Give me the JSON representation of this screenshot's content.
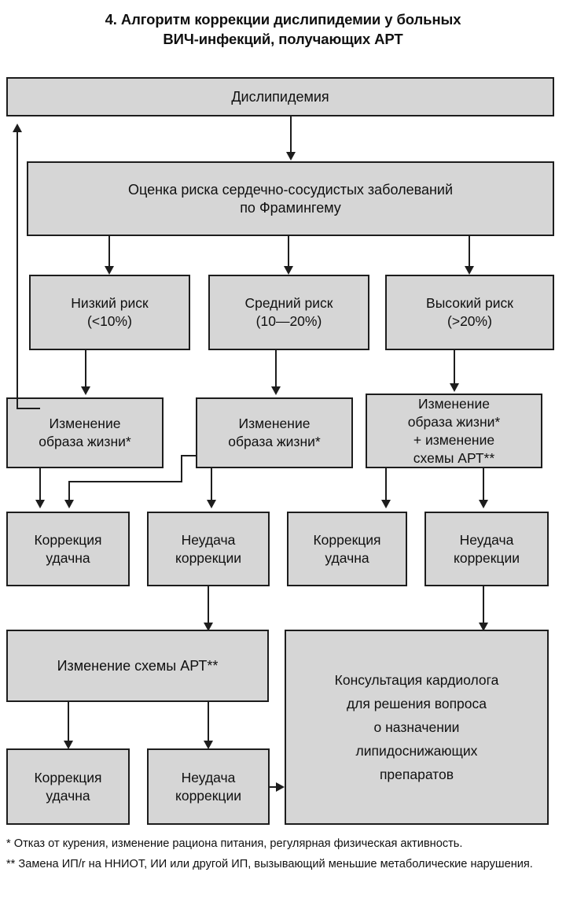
{
  "title": {
    "line1": "4. Алгоритм коррекции дислипидемии у больных",
    "line2": "ВИЧ-инфекций, получающих АРТ"
  },
  "colors": {
    "node_fill": "#d6d6d6",
    "node_border": "#1d1d1d",
    "text": "#101010",
    "page_background": "#ffffff"
  },
  "nodes": {
    "dyslipidemia": "Дислипидемия",
    "risk_assessment": "Оценка риска сердечно-сосудистых заболеваний\nпо Фрамингему",
    "risk_low": "Низкий риск\n(<10%)",
    "risk_medium": "Средний риск\n(10—20%)",
    "risk_high": "Высокий риск\n(>20%)",
    "lifestyle_low": "Изменение\nобраза жизни*",
    "lifestyle_medium": "Изменение\nобраза жизни*",
    "lifestyle_high": "Изменение\nобраза жизни*\n+ изменение\nсхемы АРТ**",
    "correction_success_1": "Коррекция\nудачна",
    "correction_failure_1": "Неудача\nкоррекции",
    "correction_success_2": "Коррекция\nудачна",
    "correction_failure_2": "Неудача\nкоррекции",
    "art_change": "Изменение схемы АРТ**",
    "correction_success_3": "Коррекция\nудачна",
    "correction_failure_3": "Неудача\nкоррекции",
    "cardiologist": "Консультация кардиолога\nдля решения вопроса\nо назначении\nлипидоснижающих\nпрепаратов"
  },
  "footnotes": {
    "one": "* Отказ от курения, изменение рациона питания, регулярная физическая активность.",
    "two": "** Замена ИП/r на ННИОТ, ИИ или другой ИП, вызывающий меньшие метаболические нарушения."
  }
}
